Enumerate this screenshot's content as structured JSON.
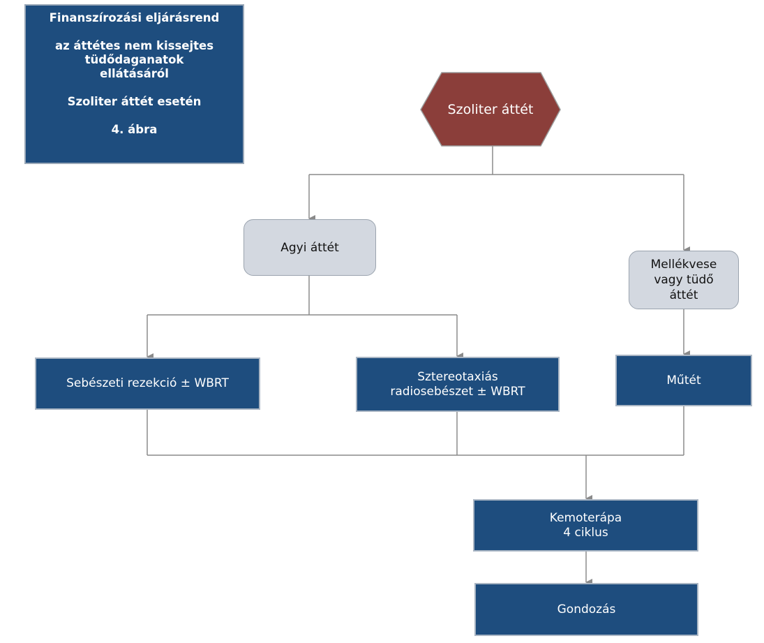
{
  "title_box": {
    "line1": "Finanszírozási eljárásrend",
    "line2": "az áttétes nem kissejtes",
    "line3": "tüdődaganatok",
    "line4": "ellátásáról",
    "line5": "Szoliter áttét esetén",
    "line6": "4. ábra"
  },
  "nodes": {
    "start": "Szoliter áttét",
    "brain": "Agyi áttét",
    "adrenal_line1": "Mellékvese",
    "adrenal_line2": "vagy tüdő",
    "adrenal_line3": "áttét",
    "resection": "Sebészeti rezekció ± WBRT",
    "stereo_line1": "Sztereotaxiás",
    "stereo_line2": "radiosebészet ± WBRT",
    "surgery": "Műtét",
    "chemo_line1": "Kemoterápa",
    "chemo_line2": "4 ciklus",
    "care": "Gondozás"
  },
  "colors": {
    "dark_box": "#1e4d7e",
    "light_box": "#d3d8e0",
    "start_hexagon": "#8b3e3a",
    "connector": "#8a8a8a"
  }
}
